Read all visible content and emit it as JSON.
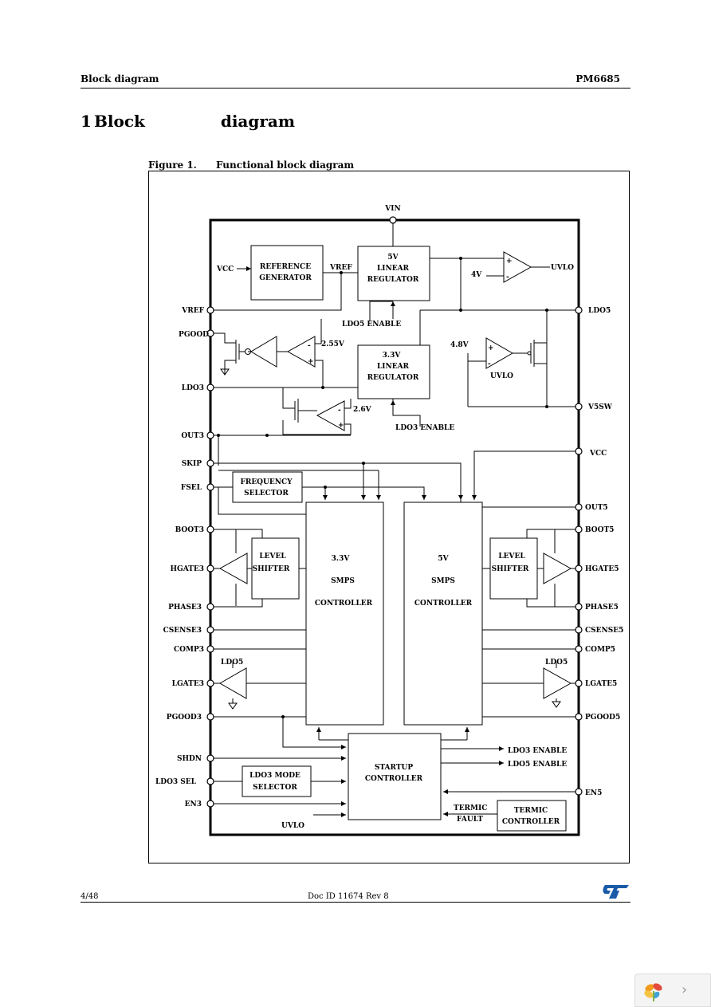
{
  "header": {
    "section": "Block diagram",
    "part_number": "PM6685"
  },
  "section": {
    "number": "1",
    "title": "Block diagram"
  },
  "figure": {
    "label": "Figure 1.",
    "title": "Functional block diagram"
  },
  "footer": {
    "page": "4/48",
    "doc_id": "Doc ID 11674 Rev 8"
  },
  "logo": {
    "name": "st-logo",
    "color": "#1a5ba8"
  },
  "viewer": {
    "logo_icon": "flower-logo-icon",
    "next_icon": "chevron-right-icon",
    "next_glyph": "›"
  },
  "diagram": {
    "top_pin": "VIN",
    "left_pins": [
      "VREF",
      "PGOOD",
      "LDO3",
      "OUT3",
      "SKIP",
      "FSEL",
      "BOOT3",
      "HGATE3",
      "PHASE3",
      "CSENSE3",
      "COMP3",
      "LGATE3",
      "PGOOD3",
      "SHDN",
      "LDO3 SEL",
      "EN3"
    ],
    "right_pins": [
      "LDO5",
      "V5SW",
      "VCC",
      "OUT5",
      "BOOT5",
      "HGATE5",
      "PHASE5",
      "CSENSE5",
      "COMP5",
      "LGATE5",
      "PGOOD5",
      "EN5"
    ],
    "blocks": {
      "reference": [
        "REFERENCE",
        "GENERATOR"
      ],
      "reg5": [
        "5V",
        "LINEAR",
        "REGULATOR"
      ],
      "reg33": [
        "3.3V",
        "LINEAR",
        "REGULATOR"
      ],
      "freq": [
        "FREQUENCY",
        "SELECTOR"
      ],
      "smps3": [
        "3.3V",
        "SMPS",
        "CONTROLLER"
      ],
      "smps5": [
        "5V",
        "SMPS",
        "CONTROLLER"
      ],
      "level3": [
        "LEVEL",
        "SHIFTER"
      ],
      "level5": [
        "LEVEL",
        "SHIFTER"
      ],
      "startup": [
        "STARTUP",
        "CONTROLLER"
      ],
      "ldo3mode": [
        "LDO3 MODE",
        "SELECTOR"
      ],
      "termic": [
        "TERMIC",
        "CONTROLLER"
      ]
    },
    "labels": {
      "vcc_in": "VCC",
      "vref_int": "VREF",
      "uvlo_out": "UVLO",
      "v4": "4V",
      "ldo5_enable_in": "LDO5 ENABLE",
      "v255": "2.55V",
      "v48": "4.8V",
      "uvlo_cmp": "UVLO",
      "v26": "2.6V",
      "ldo3_enable_in": "LDO3 ENABLE",
      "vcc_right": "VCC",
      "ldo5_drv3": "LDO5",
      "ldo5_drv5": "LDO5",
      "ldo3_enable_out": "LDO3 ENABLE",
      "ldo5_enable_out": "LDO5 ENABLE",
      "uvlo_startup": "UVLO",
      "termic_fault_1": "TERMIC",
      "termic_fault_2": "FAULT",
      "plus": "+",
      "minus": "-"
    }
  }
}
